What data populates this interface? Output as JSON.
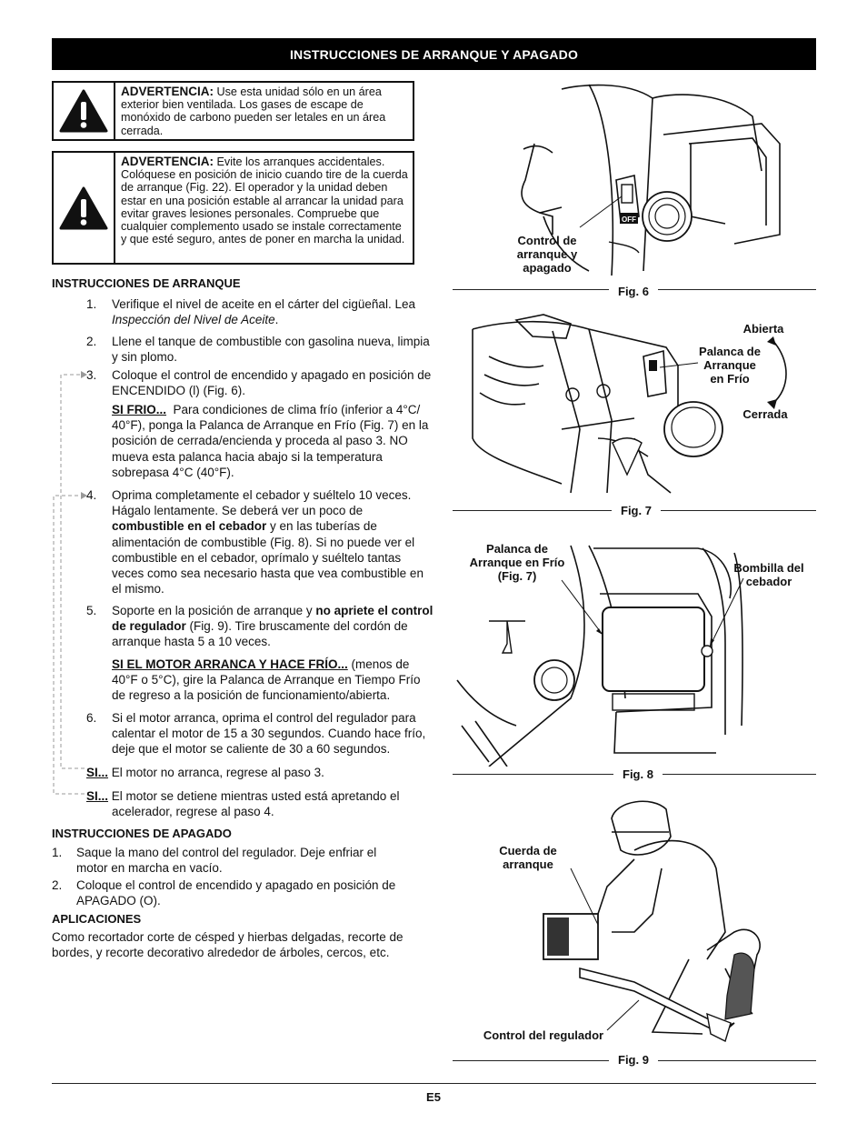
{
  "header": {
    "title": "INSTRUCCIONES DE ARRANQUE Y APAGADO"
  },
  "warning1": {
    "label": "ADVERTENCIA:",
    "text": "Use esta unidad sólo en un área exterior bien ventilada. Los gases de escape de monóxido de carbono pueden ser letales en un área cerrada."
  },
  "warning2": {
    "label": "ADVERTENCIA:",
    "text": "Evite los arranques accidentales. Colóquese en posición de inicio cuando tire de la cuerda de arranque (Fig. 22). El operador y la unidad deben estar en una posición estable al arrancar la unidad para evitar graves lesiones personales. Compruebe que cualquier complemento usado se instale correctamente y que esté seguro, antes de poner en marcha la unidad."
  },
  "start": {
    "heading": "INSTRUCCIONES DE ARRANQUE",
    "steps": [
      {
        "num": "1.",
        "text": "Verifique el nivel de aceite en el cárter del cigüeñal. Lea ",
        "ref": "Inspección del Nivel de Aceite",
        "tail": "."
      },
      {
        "num": "2.",
        "text": "Llene el tanque de combustible con gasolina nueva, limpia y sin plomo."
      },
      {
        "num": "3.",
        "text": "Coloque el control de encendido y apagado en posición de ENCENDIDO (l) (Fig. 6)."
      },
      {
        "num": "4.",
        "pre": "Oprima completamente el cebador y suéltelo 10 veces. Hágalo lentamente. Se deberá ver un poco de ",
        "bold": "combustible en el cebador",
        "post": " y en las tuberías de alimentación de combustible (Fig. 8). Si no puede ver el combustible en el cebador, oprímalo y suéltelo tantas veces como sea necesario hasta que vea combustible en el mismo."
      },
      {
        "num": "5.",
        "pre": "Soporte en la posición de arranque y ",
        "bold": "no apriete el control de regulador",
        "post": " (Fig. 9). Tire bruscamente del cordón de arranque hasta 5 a 10 veces."
      },
      {
        "num": "6.",
        "text": "Si el motor arranca, oprima el control del regulador para calentar el motor de 15 a 30 segundos.  Cuando hace frío, deje que el motor se caliente de 30 a 60 segundos."
      }
    ],
    "cold": {
      "label": "SI FRIO...",
      "text": "Para condiciones de clima frío (inferior a 4°C/ 40°F), ponga la Palanca de Arranque en Frío (Fig. 7) en la posición de cerrada/encienda y proceda al paso 3. NO mueva esta palanca hacia abajo si la temperatura sobrepasa 4°C (40°F)."
    },
    "cold_start": {
      "label": "SI EL MOTOR ARRANCA Y HACE FRÍO...",
      "text": "(menos de 40°F o 5°C), gire la Palanca de Arranque en Tiempo Frío de regreso a la posición de funcionamiento/abierta."
    },
    "if1": {
      "label": "SI...",
      "text": "El motor no arranca, regrese al paso 3."
    },
    "if2": {
      "label": "SI...",
      "text": "El motor se detiene mientras usted está apretando el acelerador, regrese al paso 4."
    }
  },
  "stop": {
    "heading": "INSTRUCCIONES DE APAGADO",
    "steps": [
      {
        "num": "1.",
        "text": "Saque la mano del control del regulador. Deje enfriar el motor en marcha en vacío."
      },
      {
        "num": "2.",
        "text": "Coloque el control de encendido y apagado en posición de APAGADO (O)."
      }
    ]
  },
  "apps": {
    "heading": "APLICACIONES",
    "text": "Como recortador corte de césped y hierbas delgadas, recorte de bordes, y recorte decorativo alrededor de árboles, cercos, etc."
  },
  "figures": {
    "fig6": {
      "label": "Fig. 6",
      "callout_l1": "Control de",
      "callout_l2": "arranque y",
      "callout_l3": "apagado",
      "switch_text": "OFF"
    },
    "fig7": {
      "label": "Fig. 7",
      "open": "Abierta",
      "lever_l1": "Palanca de",
      "lever_l2": "Arranque",
      "lever_l3": "en Frío",
      "closed": "Cerrada"
    },
    "fig8": {
      "label": "Fig. 8",
      "lever_l1": "Palanca de",
      "lever_l2": "Arranque en Frío",
      "lever_l3": "(Fig. 7)",
      "bulb_l1": "Bombilla del",
      "bulb_l2": "cebador"
    },
    "fig9": {
      "label": "Fig. 9",
      "rope_l1": "Cuerda de",
      "rope_l2": "arranque",
      "throttle": "Control del regulador"
    }
  },
  "page": {
    "number": "E5"
  }
}
